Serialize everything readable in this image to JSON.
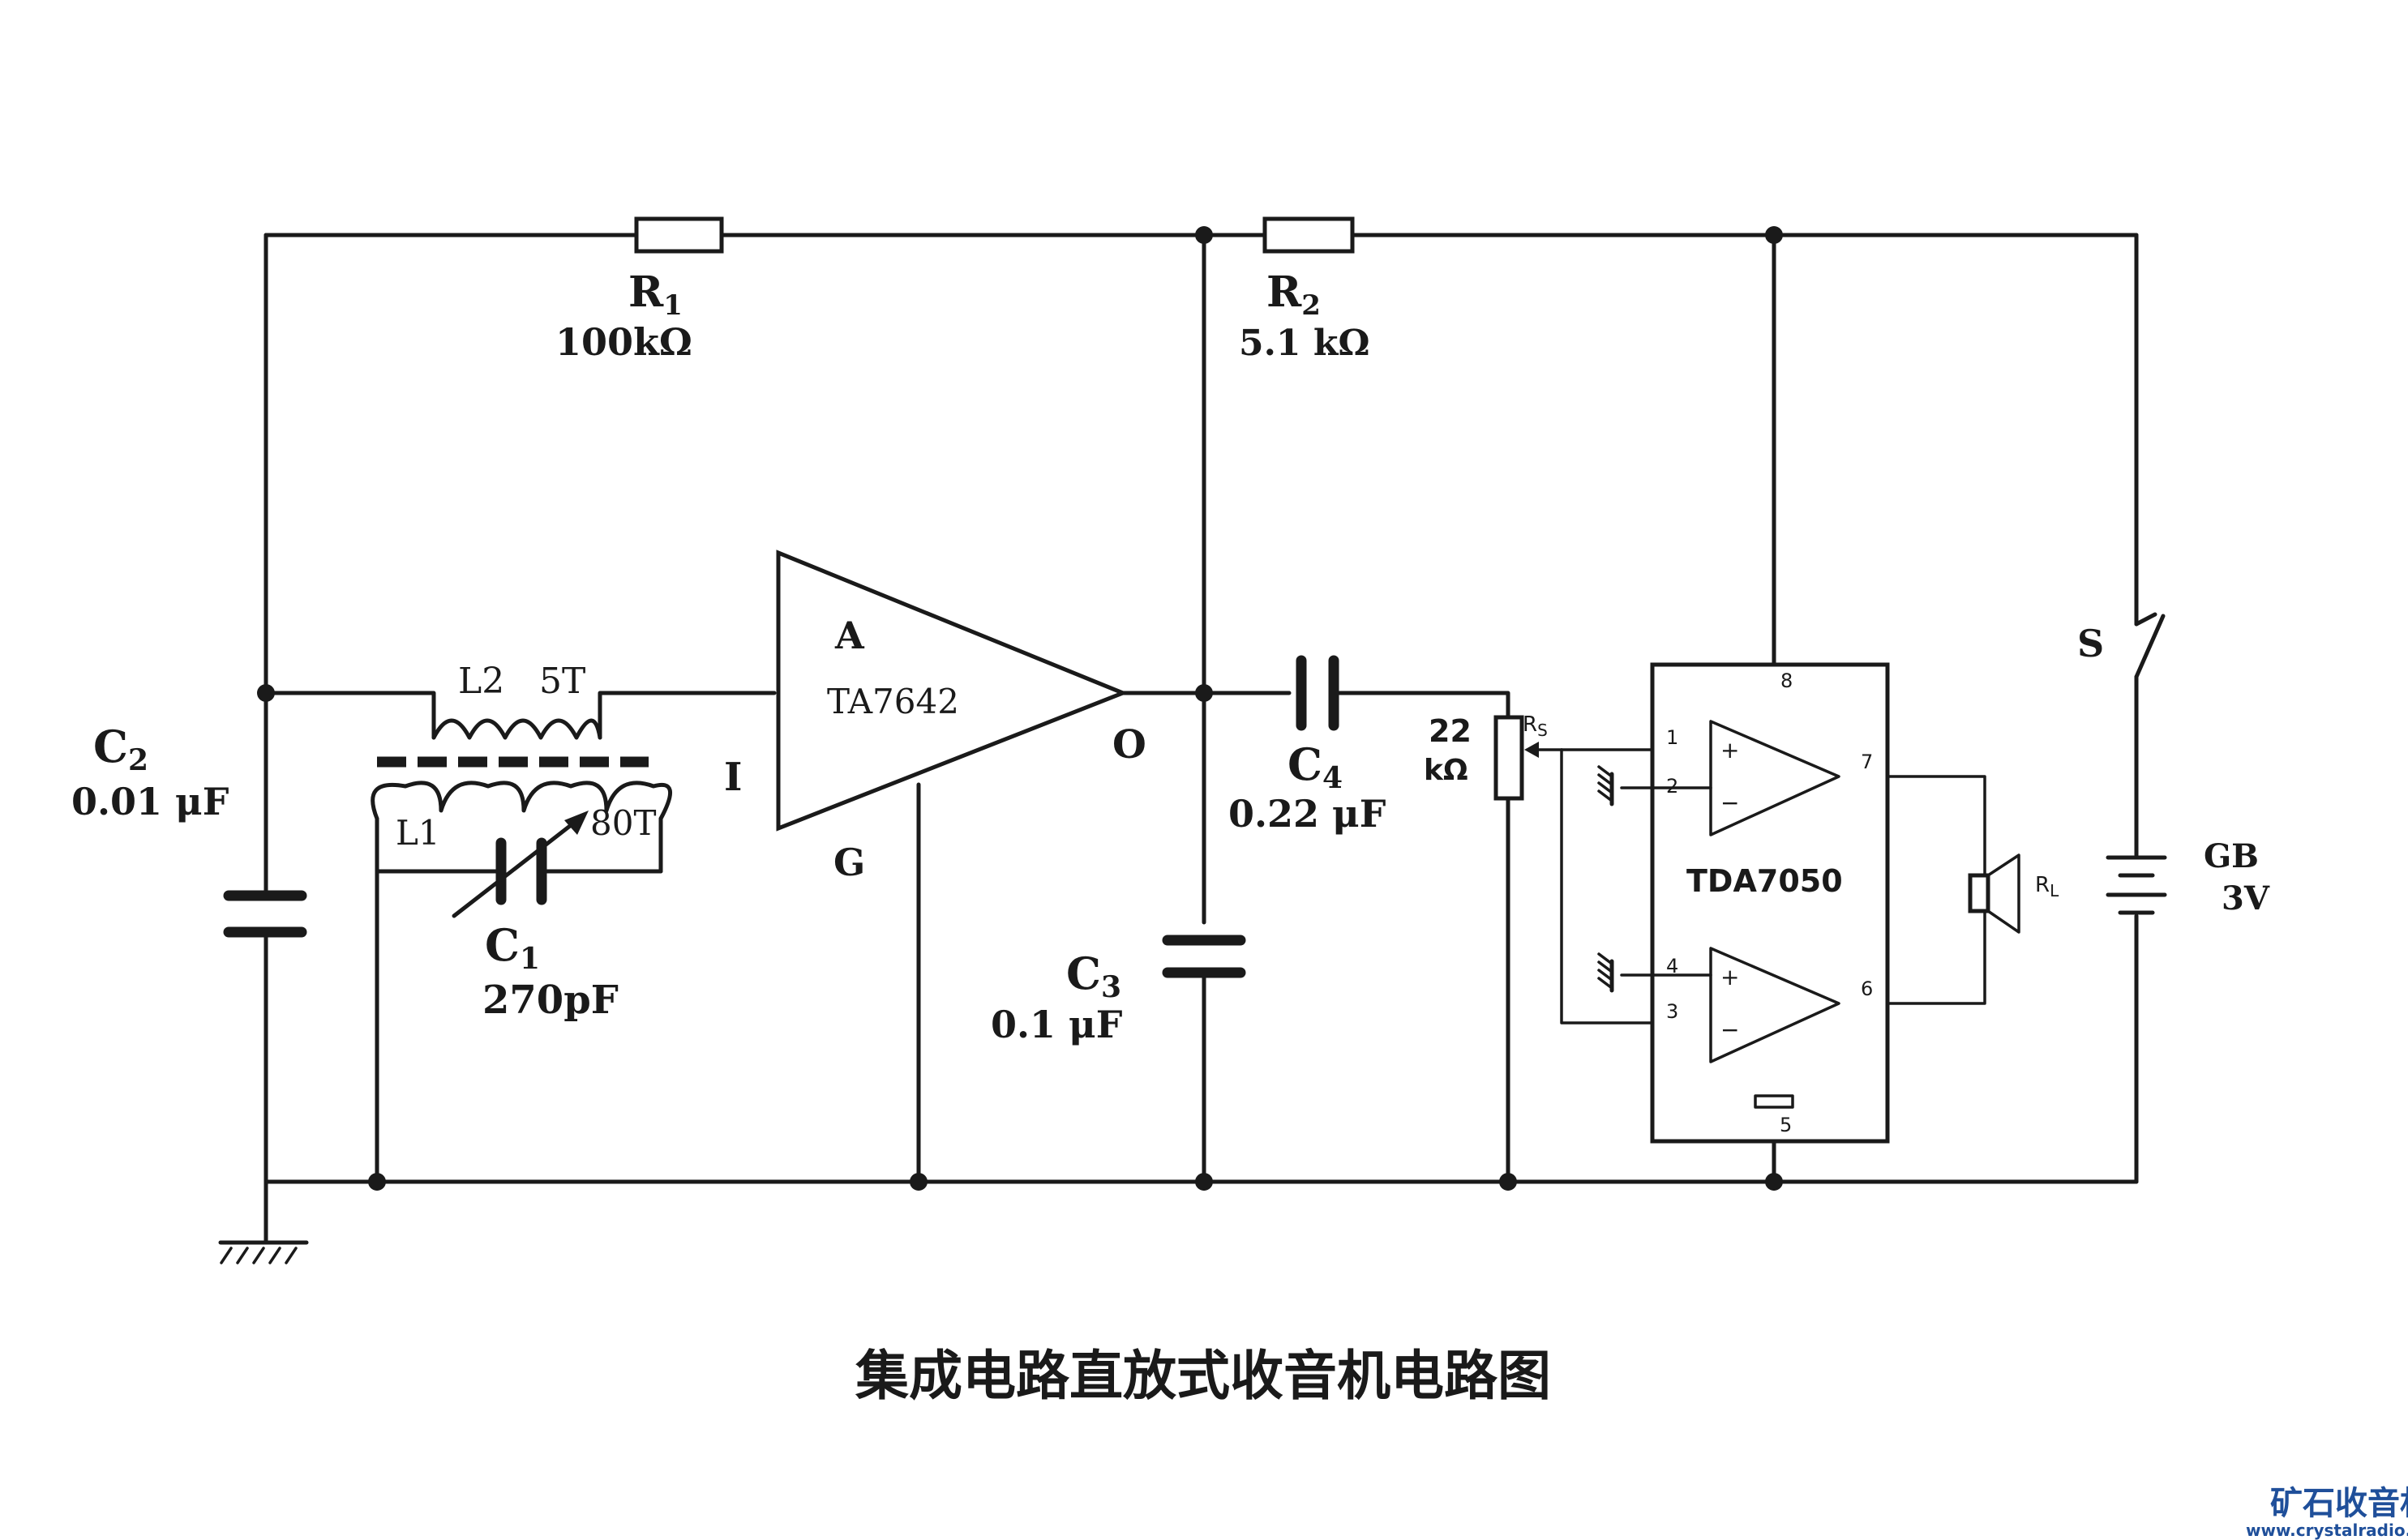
{
  "caption": "集成电路直放式收音机电路图",
  "components": {
    "R1": {
      "ref": "R",
      "sub": "1",
      "value": "100kΩ"
    },
    "R2": {
      "ref": "R",
      "sub": "2",
      "value": "5.1 kΩ"
    },
    "C1": {
      "ref": "C",
      "sub": "1",
      "value": "270pF"
    },
    "C2": {
      "ref": "C",
      "sub": "2",
      "value": "0.01 μF"
    },
    "C3": {
      "ref": "C",
      "sub": "3",
      "value": "0.1 μF"
    },
    "C4": {
      "ref": "C",
      "sub": "4",
      "value": "0.22 μF"
    },
    "L1": {
      "ref": "L1",
      "turns": "80T"
    },
    "L2": {
      "ref": "L2",
      "turns": "5T"
    },
    "RS": {
      "ref": "R",
      "sub": "S",
      "value_num": "22",
      "value_unit": "kΩ"
    },
    "RL": {
      "ref": "R",
      "sub": "L"
    },
    "S": {
      "ref": "S"
    },
    "GB": {
      "ref": "GB",
      "value": "3V"
    }
  },
  "ic1": {
    "name": "TA7642",
    "pins": {
      "input": "I",
      "output": "O",
      "ground": "G",
      "amp": "A"
    }
  },
  "ic2": {
    "name": "TDA7050",
    "pins": [
      "1",
      "2",
      "3",
      "4",
      "5",
      "6",
      "7",
      "8"
    ],
    "op_signs": {
      "plus": "+",
      "minus": "−"
    }
  },
  "watermark": {
    "cn": "矿石收音机",
    "url": "www.crystalradio.cn"
  },
  "colors": {
    "ink": "#1a1a1a",
    "watermark": "#1f4f9a"
  }
}
